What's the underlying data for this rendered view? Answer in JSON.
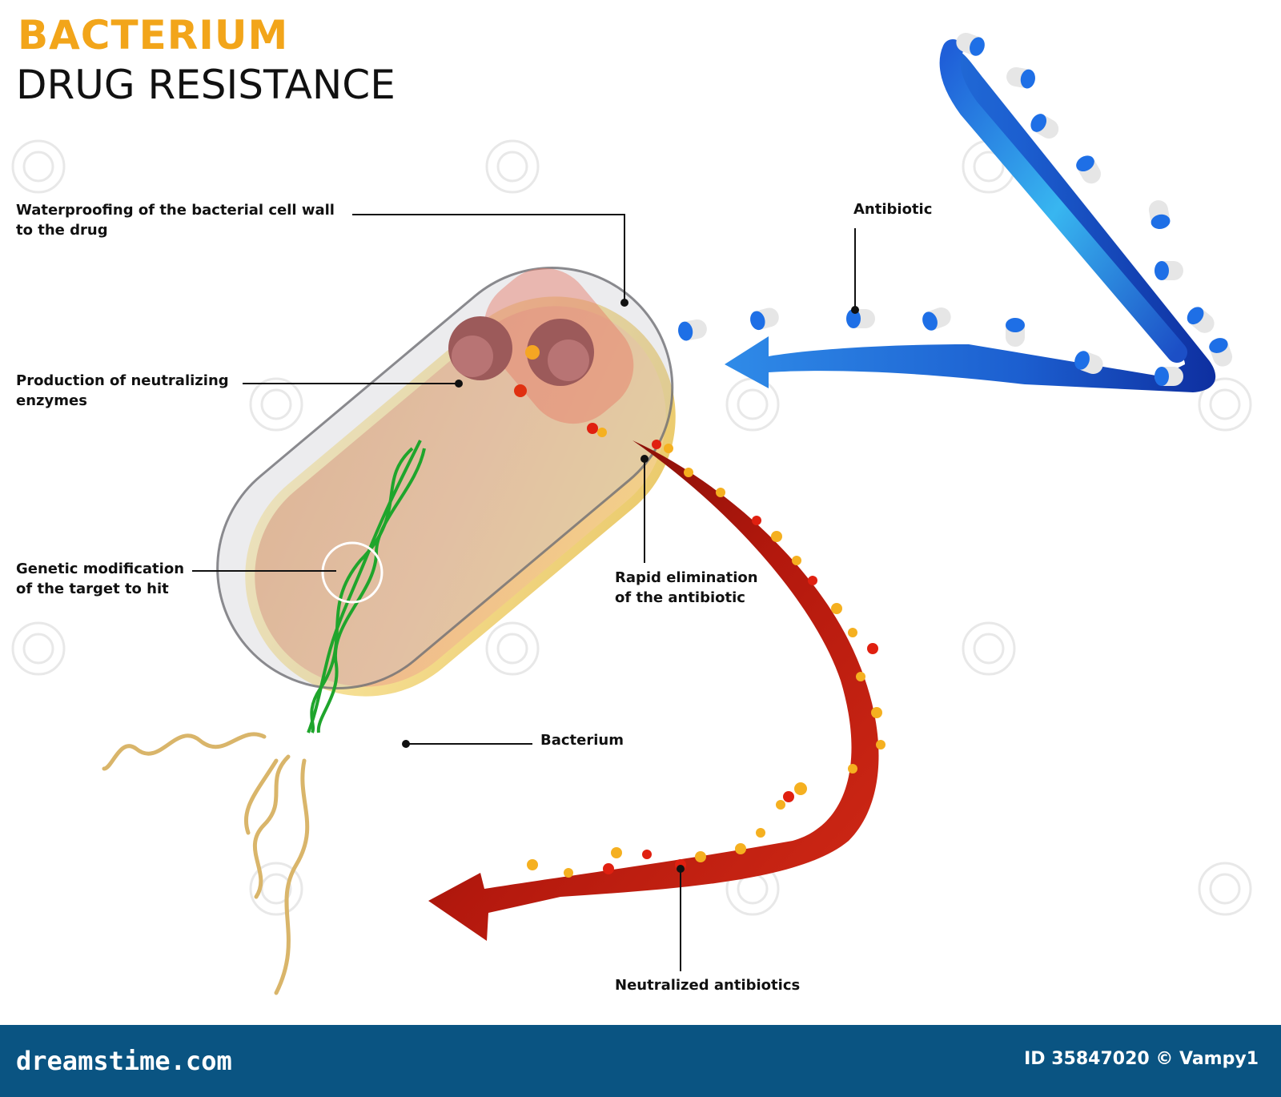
{
  "title": {
    "line1": "BACTERIUM",
    "line2": "DRUG RESISTANCE"
  },
  "labels": {
    "waterproofing": "Waterproofing of the bacterial cell wall\nto the drug",
    "enzymes": "Production of neutralizing\nenzymes",
    "genetic": "Genetic modification\nof the target to hit",
    "antibiotic": "Antibiotic",
    "rapid": "Rapid elimination\nof the antibiotic",
    "bacterium": "Bacterium",
    "neutralized": "Neutralized antibiotics"
  },
  "footer": {
    "brand": "dreamstime.com",
    "image_id": "ID 35847020 © Vampy1"
  },
  "colors": {
    "title_accent": "#f2a51a",
    "footer_bg": "#0a5482",
    "antibiotic_arrow": "#1a6fe0",
    "elimination_arrow": "#a80f0a",
    "dna": "#1fa52c"
  }
}
